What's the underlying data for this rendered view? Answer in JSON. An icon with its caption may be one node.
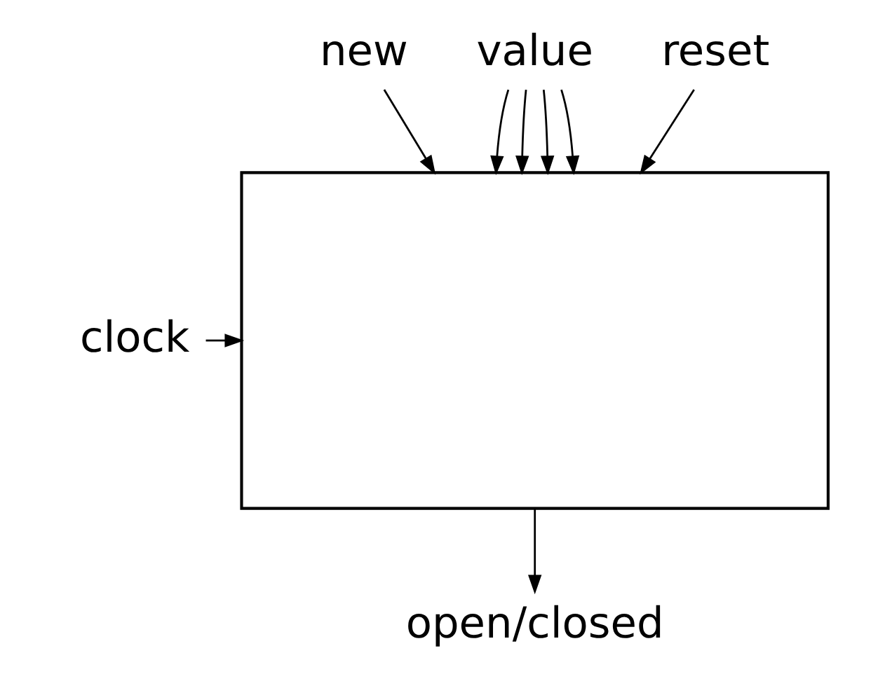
{
  "diagram": {
    "nodes": [
      {
        "text": [
          "new"
        ]
      },
      {
        "text": [
          "value"
        ]
      },
      {
        "text": [
          "reset"
        ]
      },
      {
        "text": [],
        "shape": "box"
      },
      {
        "text": [
          "clock"
        ]
      },
      {
        "text": [
          "open/closed"
        ]
      }
    ],
    "edges": [
      {
        "from": 0,
        "to": 3,
        "arrow": "to"
      },
      {
        "from": 1,
        "to": 3,
        "arrow": "to"
      },
      {
        "from": 1,
        "to": 3,
        "arrow": "to"
      },
      {
        "from": 1,
        "to": 3,
        "arrow": "to"
      },
      {
        "from": 1,
        "to": 3,
        "arrow": "to"
      },
      {
        "from": 2,
        "to": 3,
        "arrow": "to"
      },
      {
        "from": 4,
        "to": 3,
        "arrow": "to"
      },
      {
        "from": 3,
        "to": 5,
        "arrow": "to"
      }
    ]
  }
}
